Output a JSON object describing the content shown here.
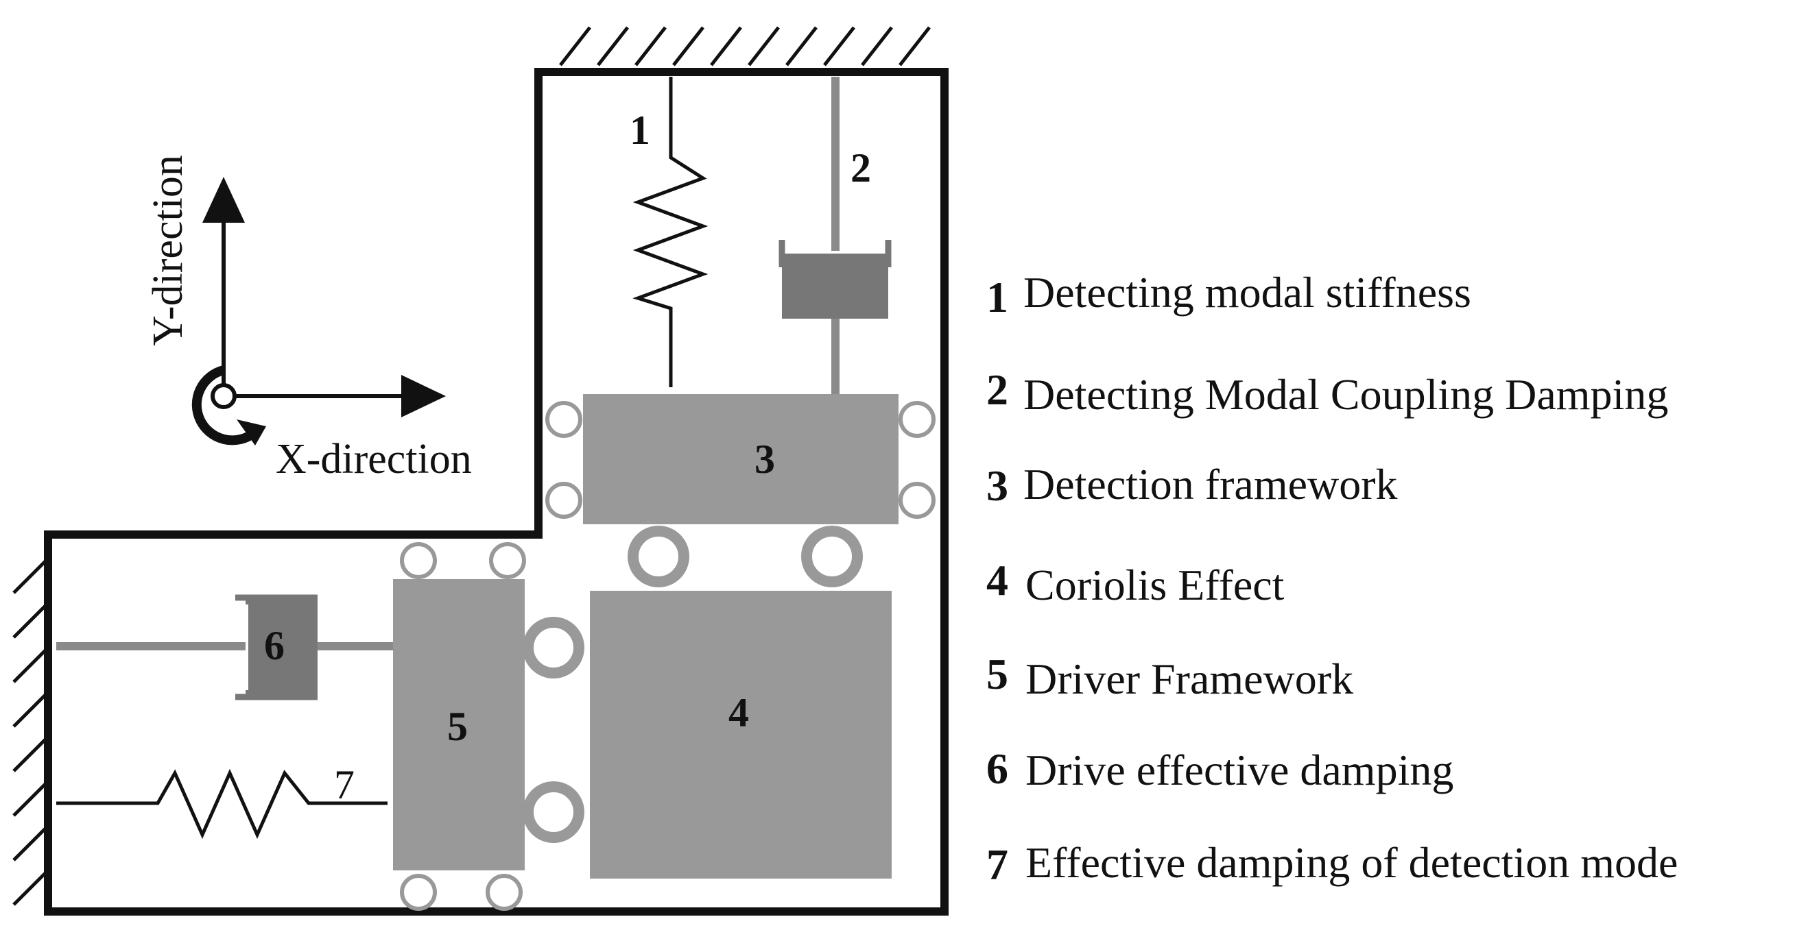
{
  "colors": {
    "frame": "#111111",
    "block": "#999999",
    "damper": "#777777",
    "roller": "#999999",
    "background": "#ffffff"
  },
  "axes": {
    "y_label": "Y-direction",
    "x_label": "X-direction"
  },
  "components": {
    "c1": "1",
    "c2": "2",
    "c3": "3",
    "c4": "4",
    "c5": "5",
    "c6": "6",
    "c7": "7"
  },
  "legend": [
    {
      "num": "1",
      "text": "Detecting modal stiffness"
    },
    {
      "num": "2",
      "text": "Detecting Modal Coupling Damping"
    },
    {
      "num": "3",
      "text": "Detection framework"
    },
    {
      "num": "4",
      "text": "Coriolis Effect"
    },
    {
      "num": "5",
      "text": "Driver Framework"
    },
    {
      "num": "6",
      "text": "Drive effective damping"
    },
    {
      "num": "7",
      "text": "Effective damping of detection mode"
    }
  ]
}
